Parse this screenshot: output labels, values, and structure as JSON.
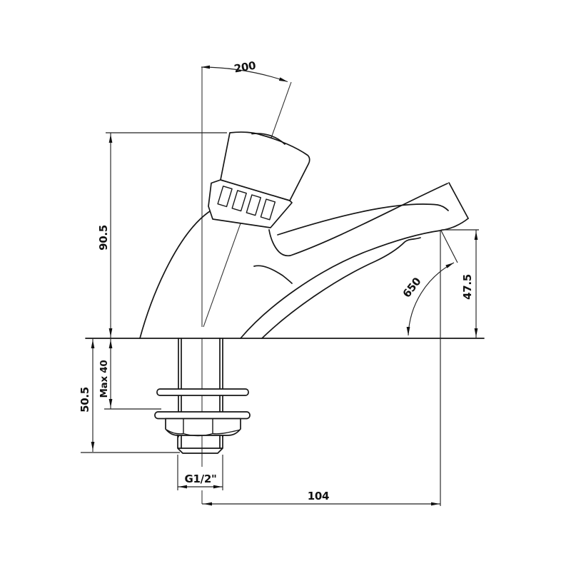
{
  "dimensions": {
    "top_angle": "200",
    "height_above_deck": "90.5",
    "spout_outlet_angle": "650",
    "outlet_height": "47.5",
    "max_mounting_thickness": "Max 40",
    "below_deck_depth": "50.5",
    "thread_size": "G1/2\"",
    "spout_reach": "104"
  },
  "colors": {
    "line": "#1a1a1a",
    "background": "#ffffff"
  }
}
